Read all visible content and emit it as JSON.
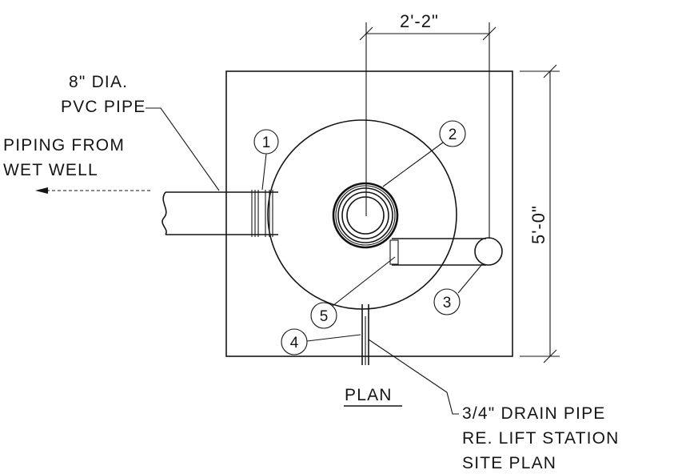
{
  "dimensions": {
    "horizontal": "2'-2\"",
    "vertical": "5'-0\""
  },
  "labels": {
    "pipe_size": "8\" DIA.",
    "pipe_type": "PVC PIPE",
    "from_line1": "PIPING FROM",
    "from_line2": "WET WELL",
    "plan_title": "PLAN",
    "drain_line1": "3/4\" DRAIN PIPE",
    "drain_line2": "RE. LIFT STATION",
    "drain_line3": "SITE PLAN"
  },
  "callouts": [
    "1",
    "2",
    "3",
    "4",
    "5"
  ]
}
